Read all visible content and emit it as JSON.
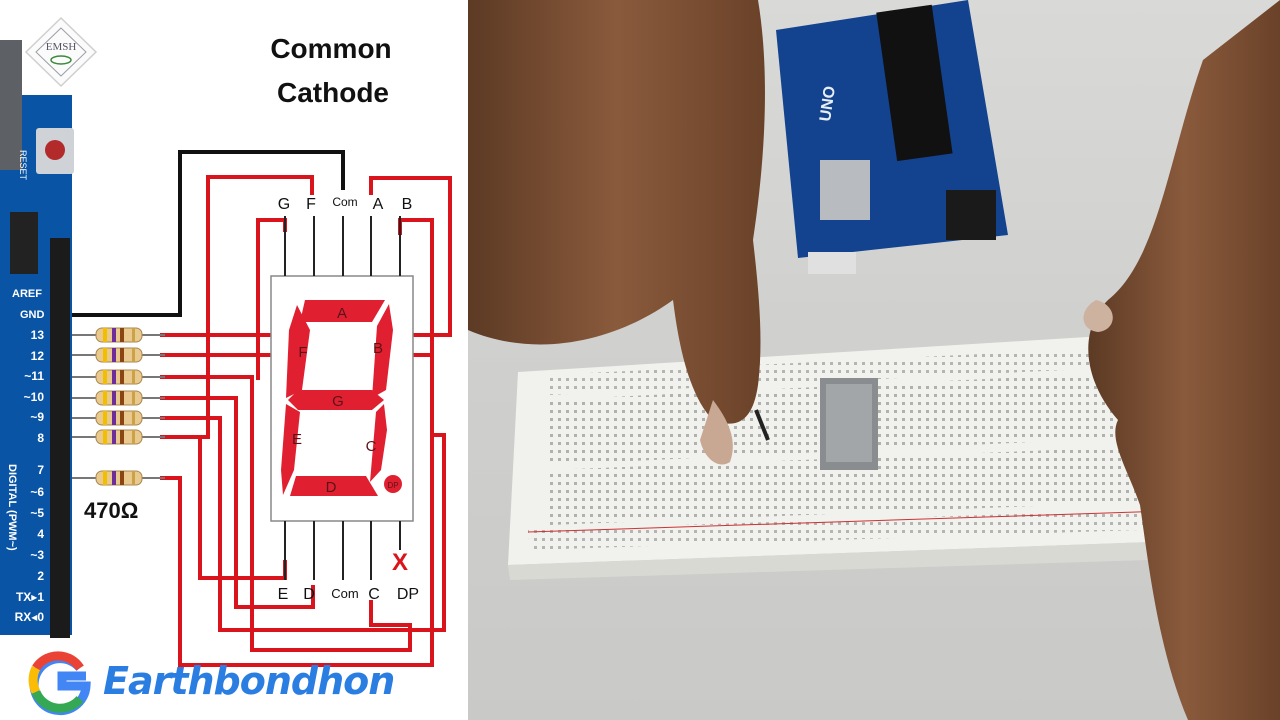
{
  "title": {
    "line1": "Common",
    "line2": "Cathode"
  },
  "pins_top": [
    "G",
    "F",
    "Com",
    "A",
    "B"
  ],
  "pins_bottom": [
    "E",
    "D",
    "Com",
    "C",
    "DP"
  ],
  "segments": {
    "a": "A",
    "b": "B",
    "c": "C",
    "d": "D",
    "e": "E",
    "f": "F",
    "g": "G",
    "dp": "DP"
  },
  "arduino": {
    "aref": "AREF",
    "gnd": "GND",
    "pins": [
      "13",
      "12",
      "~11",
      "~10",
      "~9",
      "8",
      "7",
      "~6",
      "~5",
      "4",
      "~3",
      "2",
      "TX▸1",
      "RX◂0"
    ],
    "digital": "DIGITAL (PWM~)",
    "reset": "RESET",
    "board_text": "UNO"
  },
  "resistor_label": "470Ω",
  "dp_unused_mark": "X",
  "brand": {
    "g_letter": "G",
    "name": "Earthbondhon",
    "logo_text": "EMSH"
  },
  "colors": {
    "segment": "#e02030",
    "wire_red": "#d9141c",
    "wire_black": "#111111",
    "arduino_blue": "#0a54a6",
    "breadboard": "#f1f1ee"
  }
}
